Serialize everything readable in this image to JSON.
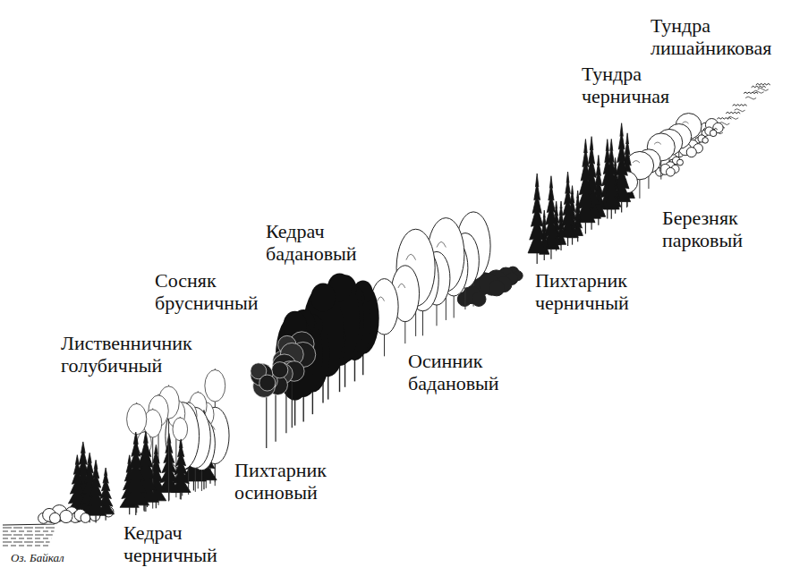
{
  "diagram": {
    "labels": [
      "Тундра лишайниковая",
      "Тундра черничная",
      "Березняк парковый",
      "Пихтарник черничный",
      "Кедрач бадановый",
      "Сосняк брусничный",
      "Лиственничник голубичный",
      "Осинник бадановый",
      "Пихтарник осиновый",
      "Кедрач черничный",
      "Оз. Байкал"
    ]
  }
}
